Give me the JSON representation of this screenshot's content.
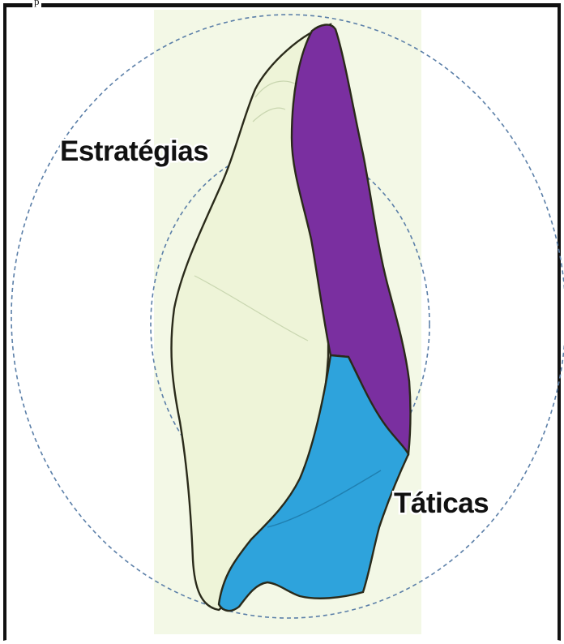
{
  "header": {
    "caption": "p"
  },
  "labels": {
    "strategies": "Estratégias",
    "tactics": "Táticas"
  },
  "colors": {
    "strategy_fill": "#7a2fa0",
    "tactic_fill": "#2ea3dc",
    "leaf_fill": "#eef4d8",
    "background_band": "#f3f8e6",
    "circle_dash": "#5b7fa8",
    "outline": "#2a2a1a"
  }
}
